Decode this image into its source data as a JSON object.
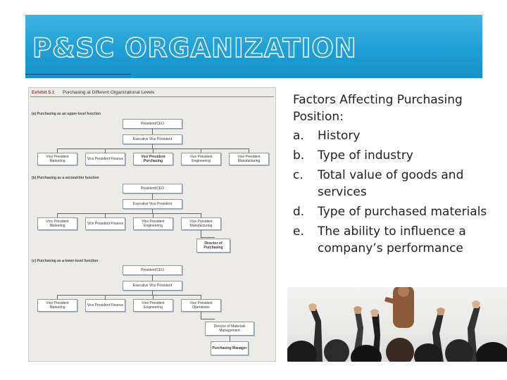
{
  "slide": {
    "title": "P&SC ORGANIZATION",
    "colors": {
      "title_bar": "#1f9fd6",
      "title_text": "#1fa0d8"
    }
  },
  "exhibit": {
    "number": "Exhibit 5.1",
    "caption": "Purchasing at Different Organizational Levels",
    "sections": [
      {
        "label": "(a) Purchasing as an upper-level function",
        "ceo": "President/CEO",
        "evp": "Executive Vice President",
        "vps": [
          "Vice President Marketing",
          "Vice President Finance",
          "Vice President Purchasing",
          "Vice President Engineering",
          "Vice President Manufacturing"
        ]
      },
      {
        "label": "(b) Purchasing as a second-tier function",
        "ceo": "President/CEO",
        "evp": "Executive Vice President",
        "vps": [
          "Vice President Marketing",
          "Vice President Finance",
          "Vice President Engineering",
          "Vice President Manufacturing"
        ],
        "sub": "Director of Purchasing"
      },
      {
        "label": "(c) Purchasing as a lower-level function",
        "ceo": "President/CEO",
        "evp": "Executive Vice President",
        "vps": [
          "Vice President Marketing",
          "Vice President Finance",
          "Vice President Engineering",
          "Vice President Operations"
        ],
        "sub": "Director of Materials Management",
        "sub2": "Purchasing Manager"
      }
    ]
  },
  "factors": {
    "heading": "Factors Affecting Purchasing Position:",
    "items": [
      {
        "marker": "a.",
        "text": "History"
      },
      {
        "marker": "b.",
        "text": "Type of industry"
      },
      {
        "marker": "c.",
        "text": "Total value of goods and services"
      },
      {
        "marker": "d.",
        "text": "Type of purchased materials"
      },
      {
        "marker": "e.",
        "text": "The ability to influence a company’s performance"
      }
    ]
  }
}
